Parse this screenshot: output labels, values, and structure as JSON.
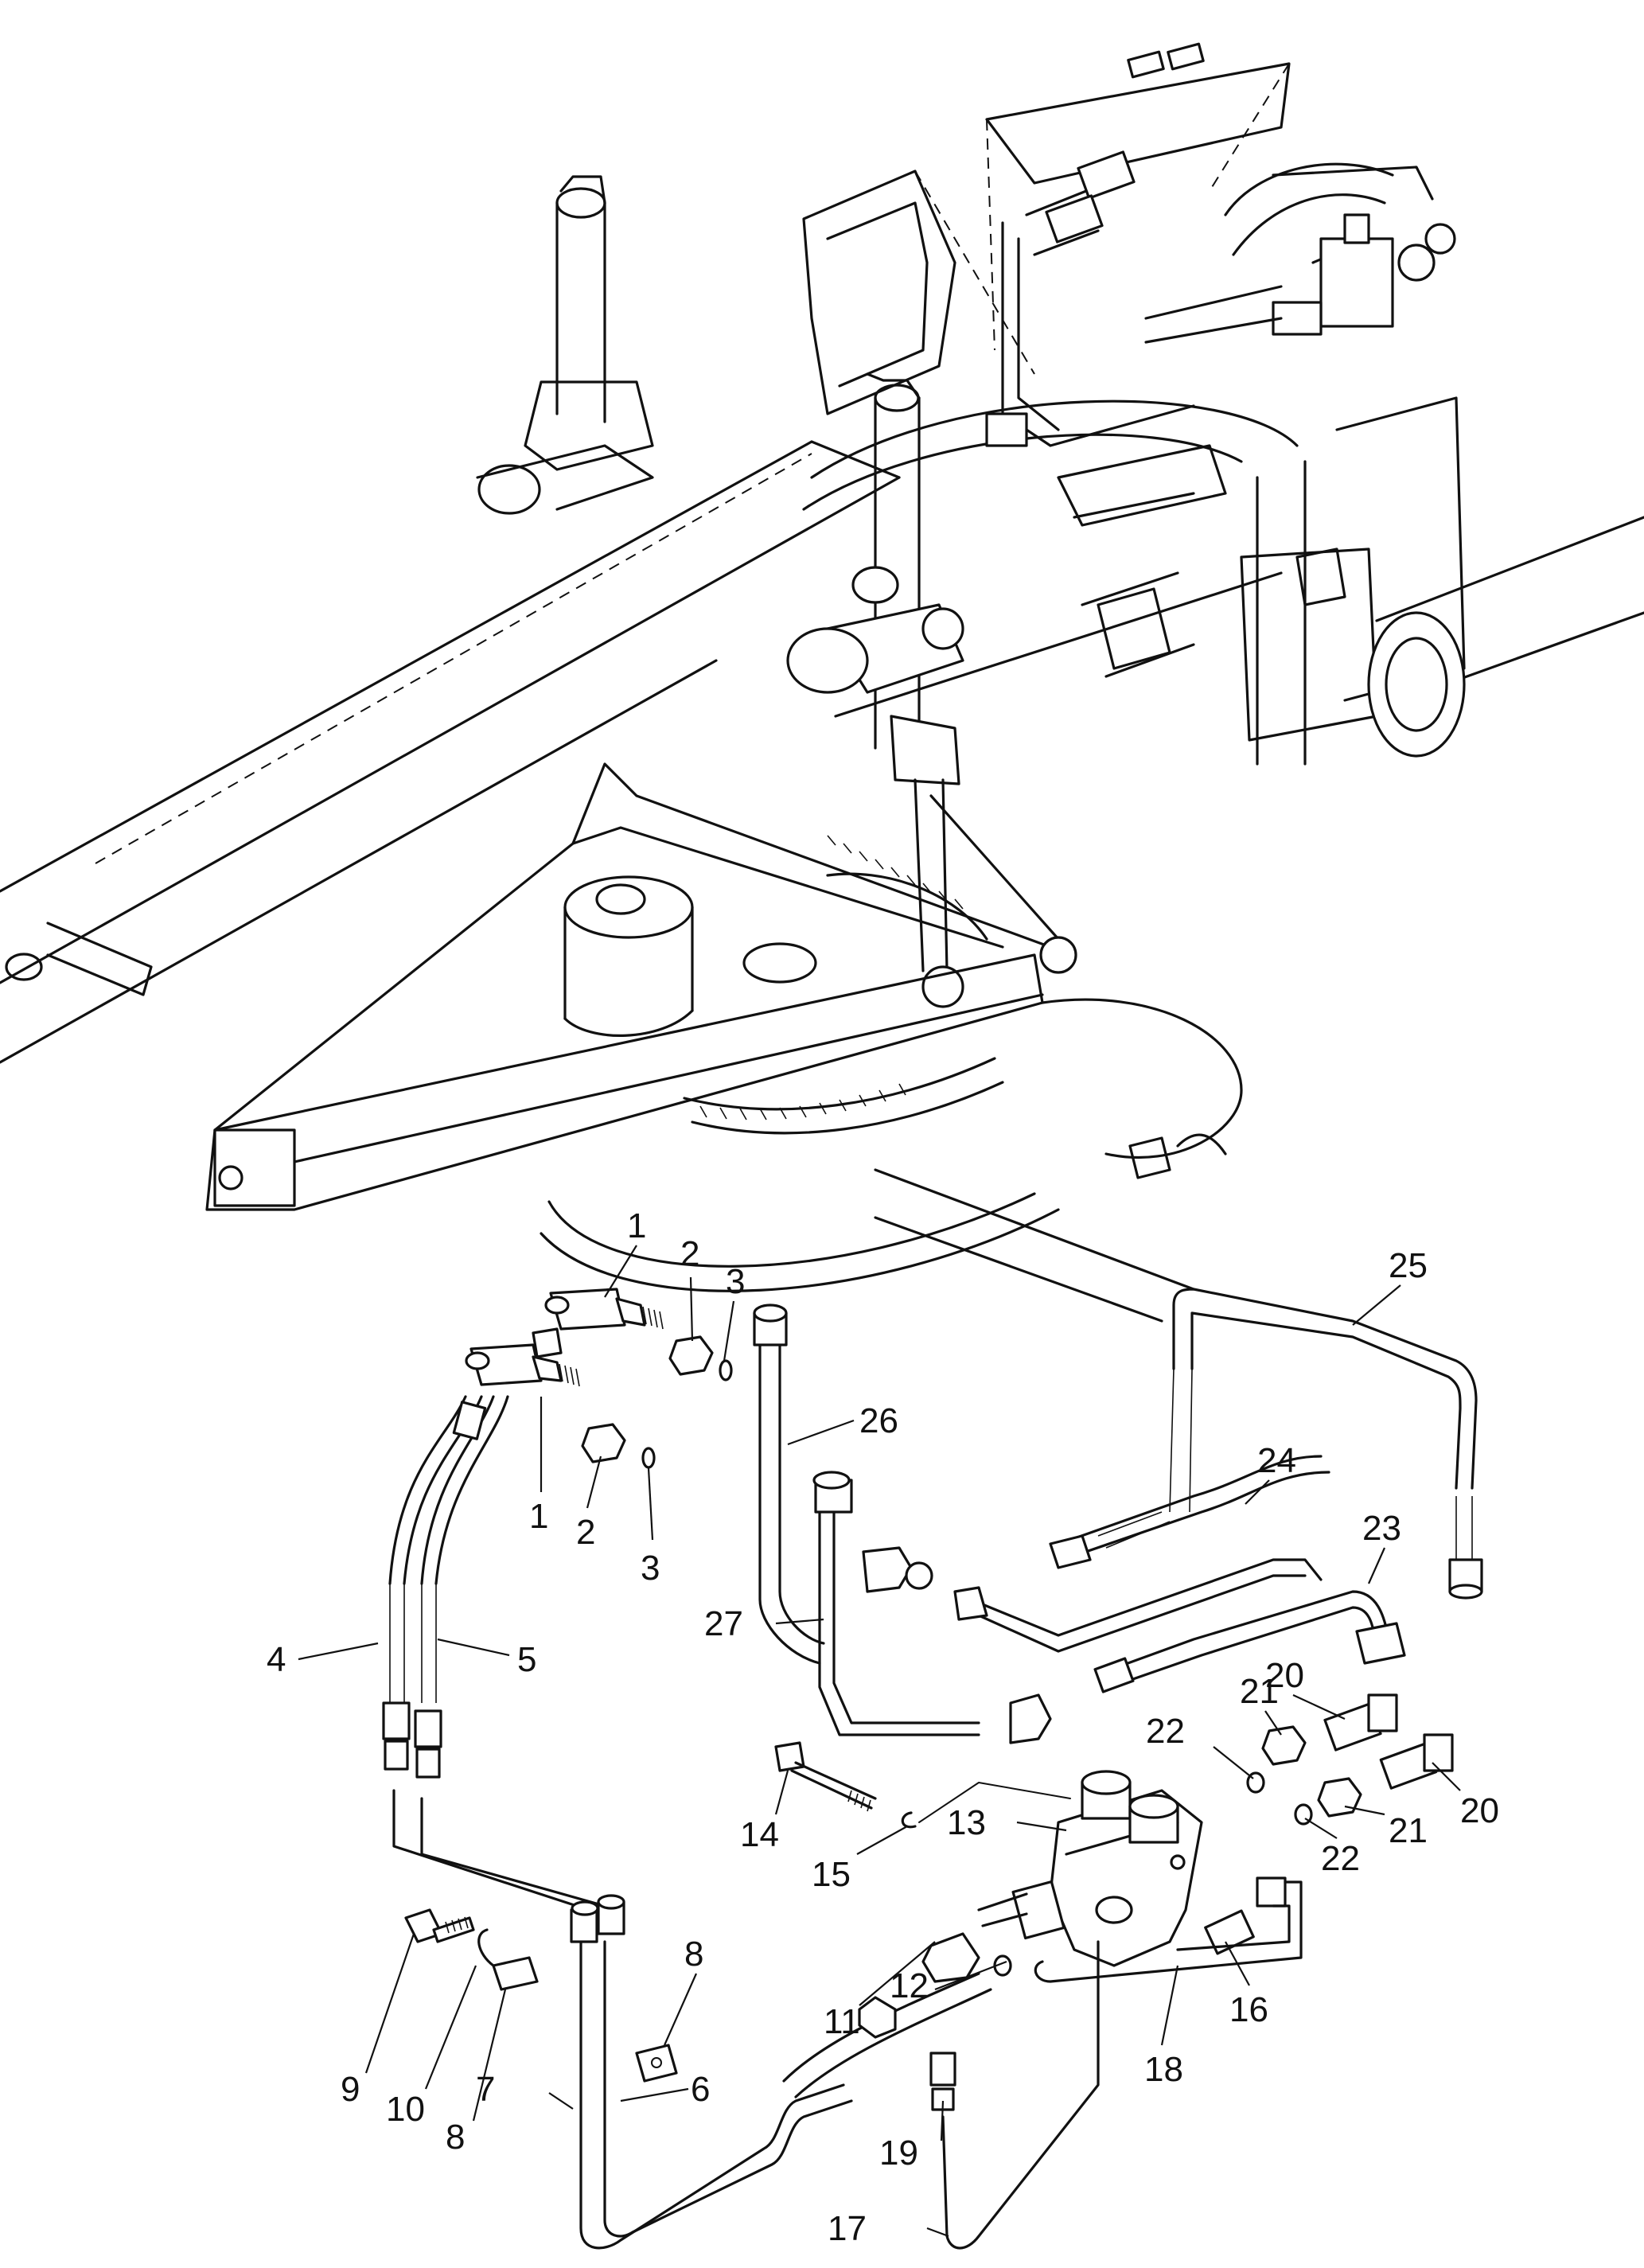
{
  "callouts": [
    {
      "id": "c1a",
      "text": "1"
    },
    {
      "id": "c1b",
      "text": "1"
    },
    {
      "id": "c2a",
      "text": "2"
    },
    {
      "id": "c2b",
      "text": "2"
    },
    {
      "id": "c3a",
      "text": "3"
    },
    {
      "id": "c3b",
      "text": "3"
    },
    {
      "id": "c4",
      "text": "4"
    },
    {
      "id": "c5",
      "text": "5"
    },
    {
      "id": "c6",
      "text": "6"
    },
    {
      "id": "c7",
      "text": "7"
    },
    {
      "id": "c8a",
      "text": "8"
    },
    {
      "id": "c8b",
      "text": "8"
    },
    {
      "id": "c9",
      "text": "9"
    },
    {
      "id": "c10",
      "text": "10"
    },
    {
      "id": "c11",
      "text": "11"
    },
    {
      "id": "c12",
      "text": "12"
    },
    {
      "id": "c13",
      "text": "13"
    },
    {
      "id": "c14",
      "text": "14"
    },
    {
      "id": "c15",
      "text": "15"
    },
    {
      "id": "c16",
      "text": "16"
    },
    {
      "id": "c17",
      "text": "17"
    },
    {
      "id": "c18",
      "text": "18"
    },
    {
      "id": "c19",
      "text": "19"
    },
    {
      "id": "c20a",
      "text": "20"
    },
    {
      "id": "c20b",
      "text": "20"
    },
    {
      "id": "c21a",
      "text": "21"
    },
    {
      "id": "c21b",
      "text": "21"
    },
    {
      "id": "c22a",
      "text": "22"
    },
    {
      "id": "c22b",
      "text": "22"
    },
    {
      "id": "c23",
      "text": "23"
    },
    {
      "id": "c24",
      "text": "24"
    },
    {
      "id": "c25",
      "text": "25"
    },
    {
      "id": "c26",
      "text": "26"
    },
    {
      "id": "c27",
      "text": "27"
    }
  ]
}
